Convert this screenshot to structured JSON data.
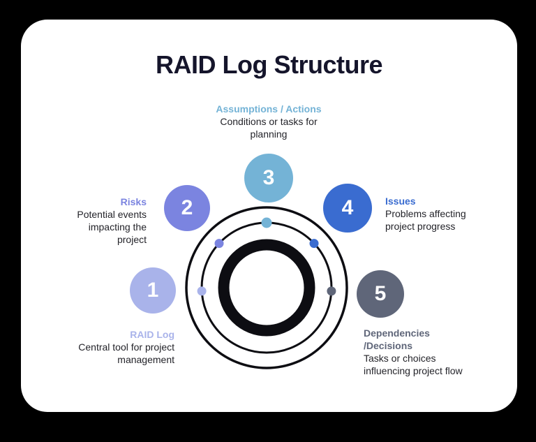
{
  "title": "RAID Log Structure",
  "colors": {
    "background": "#000000",
    "card": "#ffffff",
    "ring_stroke": "#0d0d12",
    "title_text": "#15152b",
    "body_text": "#232329"
  },
  "nodes": [
    {
      "number": "1",
      "label": "RAID Log",
      "description": "Central tool for project\nmanagement",
      "color": "#a9b3ea"
    },
    {
      "number": "2",
      "label": "Risks",
      "description": "Potential events\nimpacting the\nproject",
      "color": "#7b84e0"
    },
    {
      "number": "3",
      "label": "Assumptions / Actions",
      "description": "Conditions or tasks for\nplanning",
      "color": "#74b3d6"
    },
    {
      "number": "4",
      "label": "Issues",
      "description": "Problems affecting\nproject progress",
      "color": "#3a6cd0"
    },
    {
      "number": "5",
      "label": "Dependencies\n/Decisions",
      "description": "Tasks or choices\ninfluencing project flow",
      "color": "#5f6679"
    }
  ]
}
